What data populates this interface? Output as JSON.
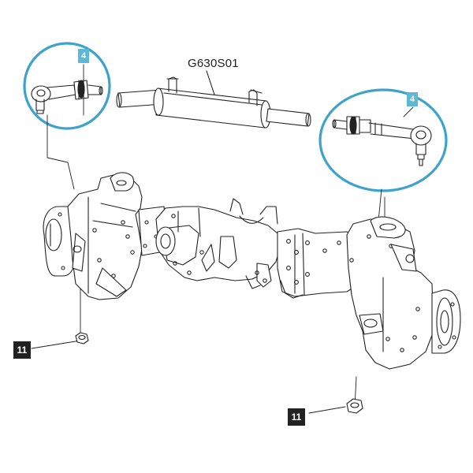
{
  "diagram": {
    "part_code": "G630S01",
    "callouts": [
      {
        "number": "4",
        "target": "tie-rod-end-left"
      },
      {
        "number": "4",
        "target": "tie-rod-end-right"
      }
    ],
    "badges": [
      {
        "number": "11",
        "target": "nut-left"
      },
      {
        "number": "11",
        "target": "nut-right"
      }
    ],
    "colors": {
      "highlight_circle": "#3ea3cc",
      "callout_fill": "#5fb7d6",
      "badge_fill": "#222222",
      "line_art": "#222222"
    }
  }
}
